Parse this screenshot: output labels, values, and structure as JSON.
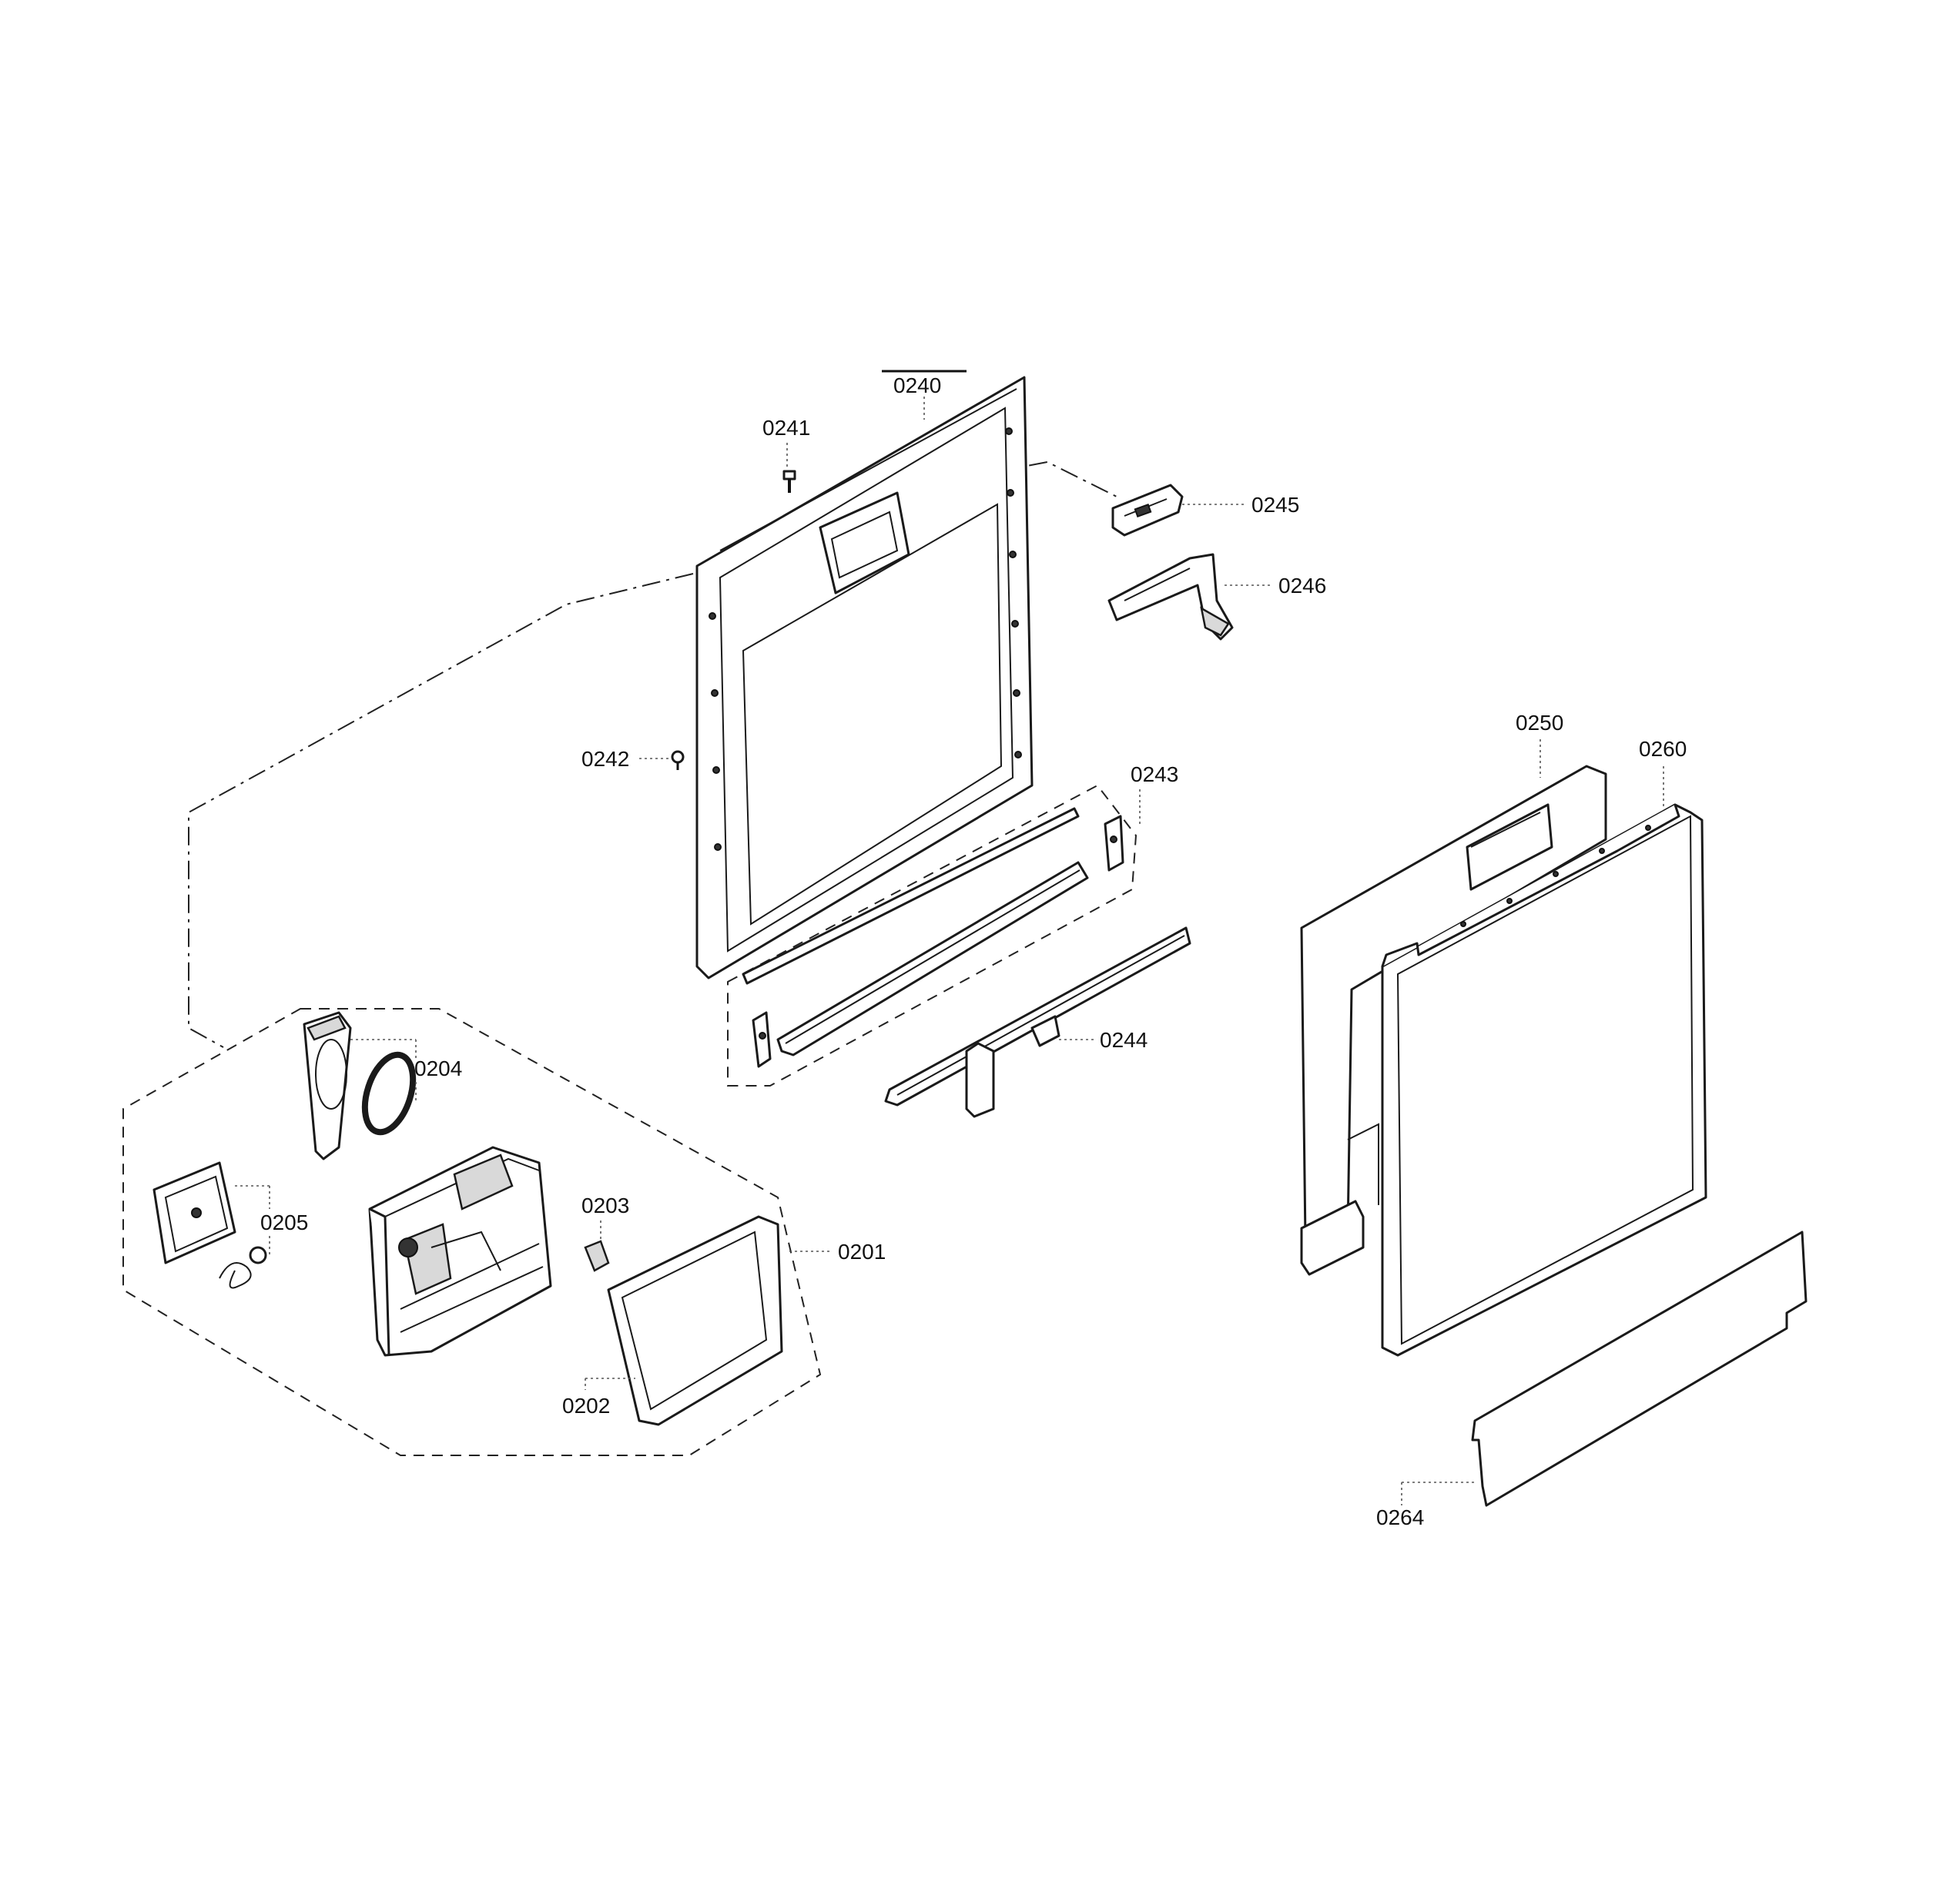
{
  "labels": {
    "p0240": "0240",
    "p0241": "0241",
    "p0242": "0242",
    "p0243": "0243",
    "p0244": "0244",
    "p0245": "0245",
    "p0246": "0246",
    "p0250": "0250",
    "p0260": "0260",
    "p0264": "0264",
    "p0201": "0201",
    "p0202": "0202",
    "p0203": "0203",
    "p0204": "0204",
    "p0205": "0205"
  }
}
